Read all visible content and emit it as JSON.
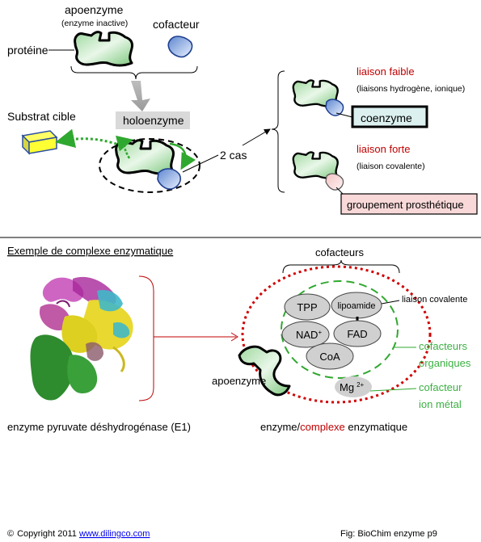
{
  "top": {
    "apoenzyme": "apoenzyme",
    "apoenzyme_sub": "(enzyme inactive)",
    "cofacteur": "cofacteur",
    "proteine": "protéine",
    "holoenzyme": "holoenzyme",
    "substrat": "Substrat cible",
    "deux_cas": "2 cas",
    "liaison_faible": "liaison faible",
    "liaison_faible_sub": "(liaisons hydrogène, ionique)",
    "coenzyme": "coenzyme",
    "liaison_forte": "liaison forte",
    "liaison_forte_sub": "(liaison covalente)",
    "groupement": "groupement prosthétique"
  },
  "bottom": {
    "section_title": "Exemple de complexe enzymatique",
    "cofacteurs": "cofacteurs",
    "tpp": "TPP",
    "lipoamide": "lipoamide",
    "liaison_covalente": "liaison covalente",
    "nad": "NAD",
    "nad_sup": "+",
    "fad": "FAD",
    "coa": "CoA",
    "mg": "Mg",
    "mg_sup": "2+",
    "cof_org_1": "cofacteurs",
    "cof_org_2": "organiques",
    "cof_ion_1": "cofacteur",
    "cof_ion_2": "ion métal",
    "apoenzyme": "apoenzyme",
    "caption_left": "enzyme pyruvate déshydrogénase (E1)",
    "caption_right_a": "enzyme/",
    "caption_right_b": "complexe",
    "caption_right_c": " enzymatique"
  },
  "footer": {
    "copyright_symbol": "©",
    "copyright": "Copyright 2011",
    "link": "www.dilingco.com",
    "fig": "Fig: BioChim enzyme p9"
  },
  "colors": {
    "red": "#c00000",
    "green": "#3cb043",
    "dashed_green": "#2fa82f",
    "coenzyme_box": "#dcf0f0",
    "prosthetic_box": "#f8d8d8",
    "holo_box": "#d9d9d9"
  }
}
